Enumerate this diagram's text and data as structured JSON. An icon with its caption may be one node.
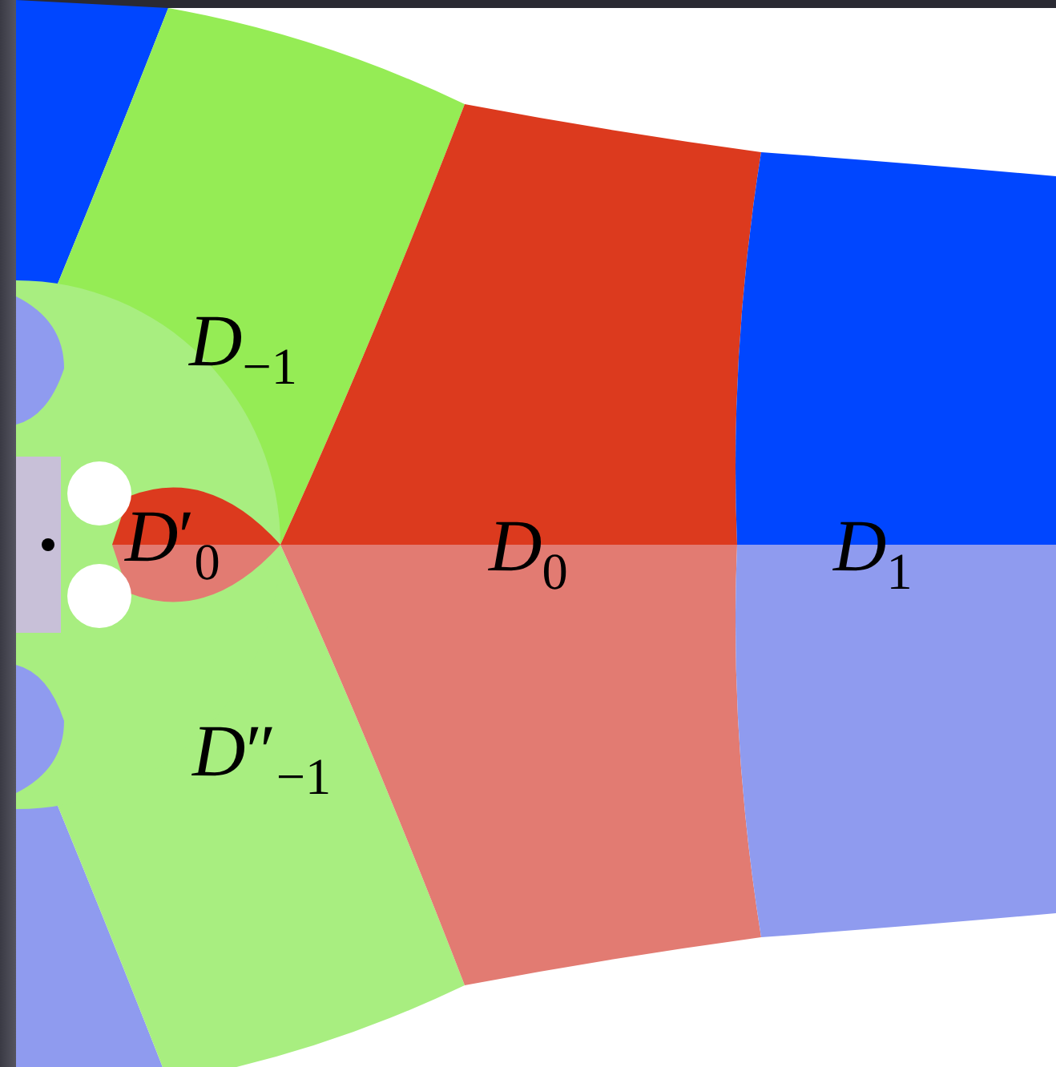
{
  "diagram": {
    "labels": [
      "*D*$_{−1}$",
      "*D*′$_{0}$",
      "*D*$_{0}$",
      "*D*$_{1}$",
      "*D*″$_{−1}$"
    ]
  }
}
